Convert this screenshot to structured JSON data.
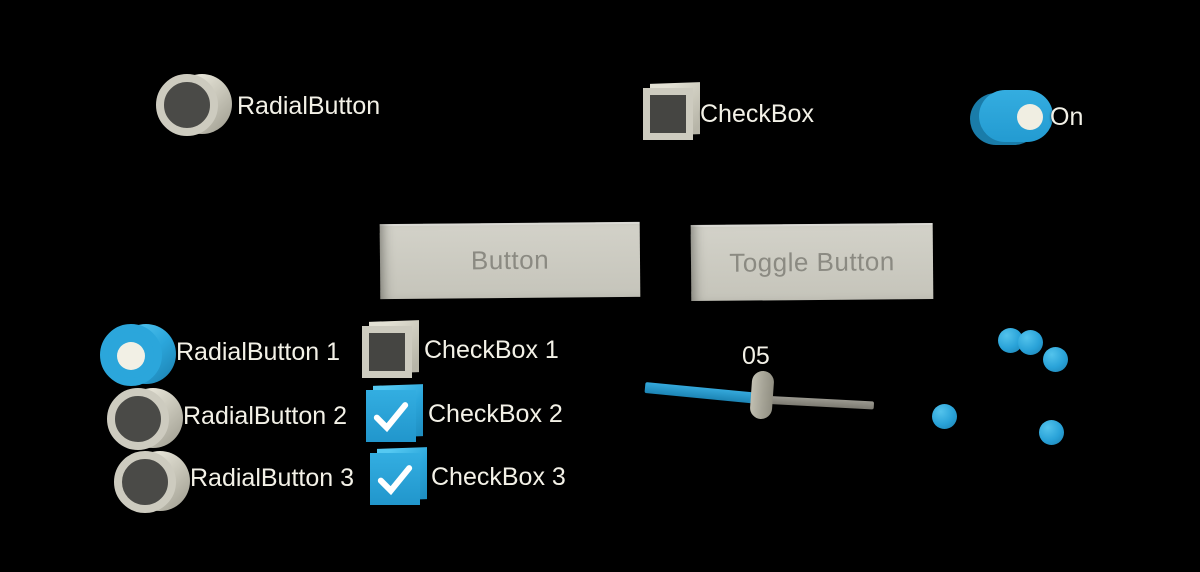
{
  "colors": {
    "background": "#000000",
    "accent_blue": "#2BA6DB",
    "accent_blue_light": "#53C3EC",
    "accent_blue_dark": "#1A7CA9",
    "control_light": "#CDCBBF",
    "control_dark": "#4A4A47",
    "button_bg": "#CBCAC1",
    "button_text": "#8B8A82",
    "track_gray": "#8D8B82",
    "label_text": "#F3F1E7"
  },
  "icons": {
    "check_icon": "✓",
    "radial_dot_icon": "●",
    "toggle_knob_icon": "●"
  },
  "top_row": {
    "radial_button": {
      "label": "RadialButton",
      "state": "unselected"
    },
    "checkbox": {
      "label": "CheckBox",
      "state": "unchecked"
    },
    "toggle": {
      "label": "On",
      "state": "on"
    }
  },
  "push_buttons": [
    {
      "label": "Button"
    },
    {
      "label": "Toggle Button"
    }
  ],
  "radial_group": [
    {
      "label": "RadialButton 1",
      "state": "selected"
    },
    {
      "label": "RadialButton 2",
      "state": "unselected"
    },
    {
      "label": "RadialButton 3",
      "state": "unselected"
    }
  ],
  "checkbox_group": [
    {
      "label": "CheckBox 1",
      "state": "unchecked"
    },
    {
      "label": "CheckBox 2",
      "state": "checked"
    },
    {
      "label": "CheckBox 3",
      "state": "checked"
    }
  ],
  "slider": {
    "value_label": "05"
  },
  "spheres": {
    "count": 5
  }
}
